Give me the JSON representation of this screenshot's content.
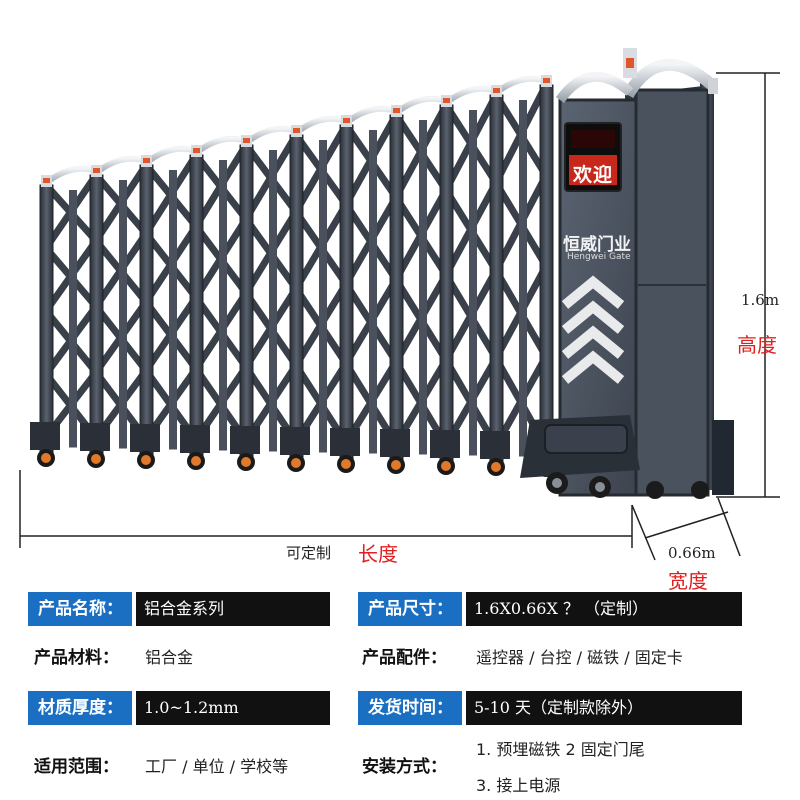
{
  "gate_panel": {
    "welcome": "欢迎",
    "brand_cn": "恒威门业",
    "brand_en": "Hengwei Gate"
  },
  "dimensions": {
    "height_value": "1.6m",
    "height_label": "高度",
    "length_prefix": "可定制",
    "length_label": "长度",
    "width_value": "0.66m",
    "width_label": "宽度"
  },
  "specs": {
    "name_label": "产品名称：",
    "name_value": "铝合金系列",
    "size_label": "产品尺寸：",
    "size_value": "1.6X0.66X ？ （定制）",
    "material_label": "产品材料：",
    "material_value": "铝合金",
    "accessories_label": "产品配件：",
    "accessories_value": "遥控器 / 台控 / 磁铁 / 固定卡",
    "thickness_label": "材质厚度：",
    "thickness_value": "1.0~1.2mm",
    "delivery_label": "发货时间：",
    "delivery_value": "5-10 天（定制款除外）",
    "scope_label": "适用范围：",
    "scope_value": "工厂 / 单位 / 学校等",
    "install_label": "安装方式：",
    "install_items": [
      "1. 预埋磁铁 2 固定门尾",
      "3. 接上电源"
    ]
  },
  "colors": {
    "frame": "#3a404a",
    "panel": "#4a5260",
    "label_blue": "#1a6fc2",
    "accent_red": "#e02020"
  }
}
